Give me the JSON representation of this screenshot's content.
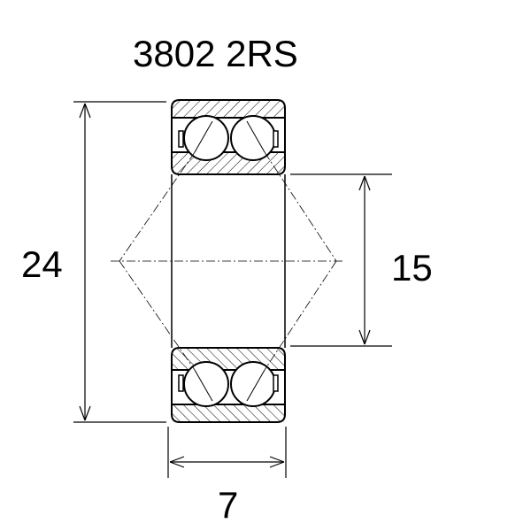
{
  "title": "3802 2RS",
  "dimensions": {
    "outer_diameter": "24",
    "inner_diameter": "15",
    "width": "7"
  },
  "colors": {
    "line": "#000000",
    "background": "#ffffff"
  }
}
